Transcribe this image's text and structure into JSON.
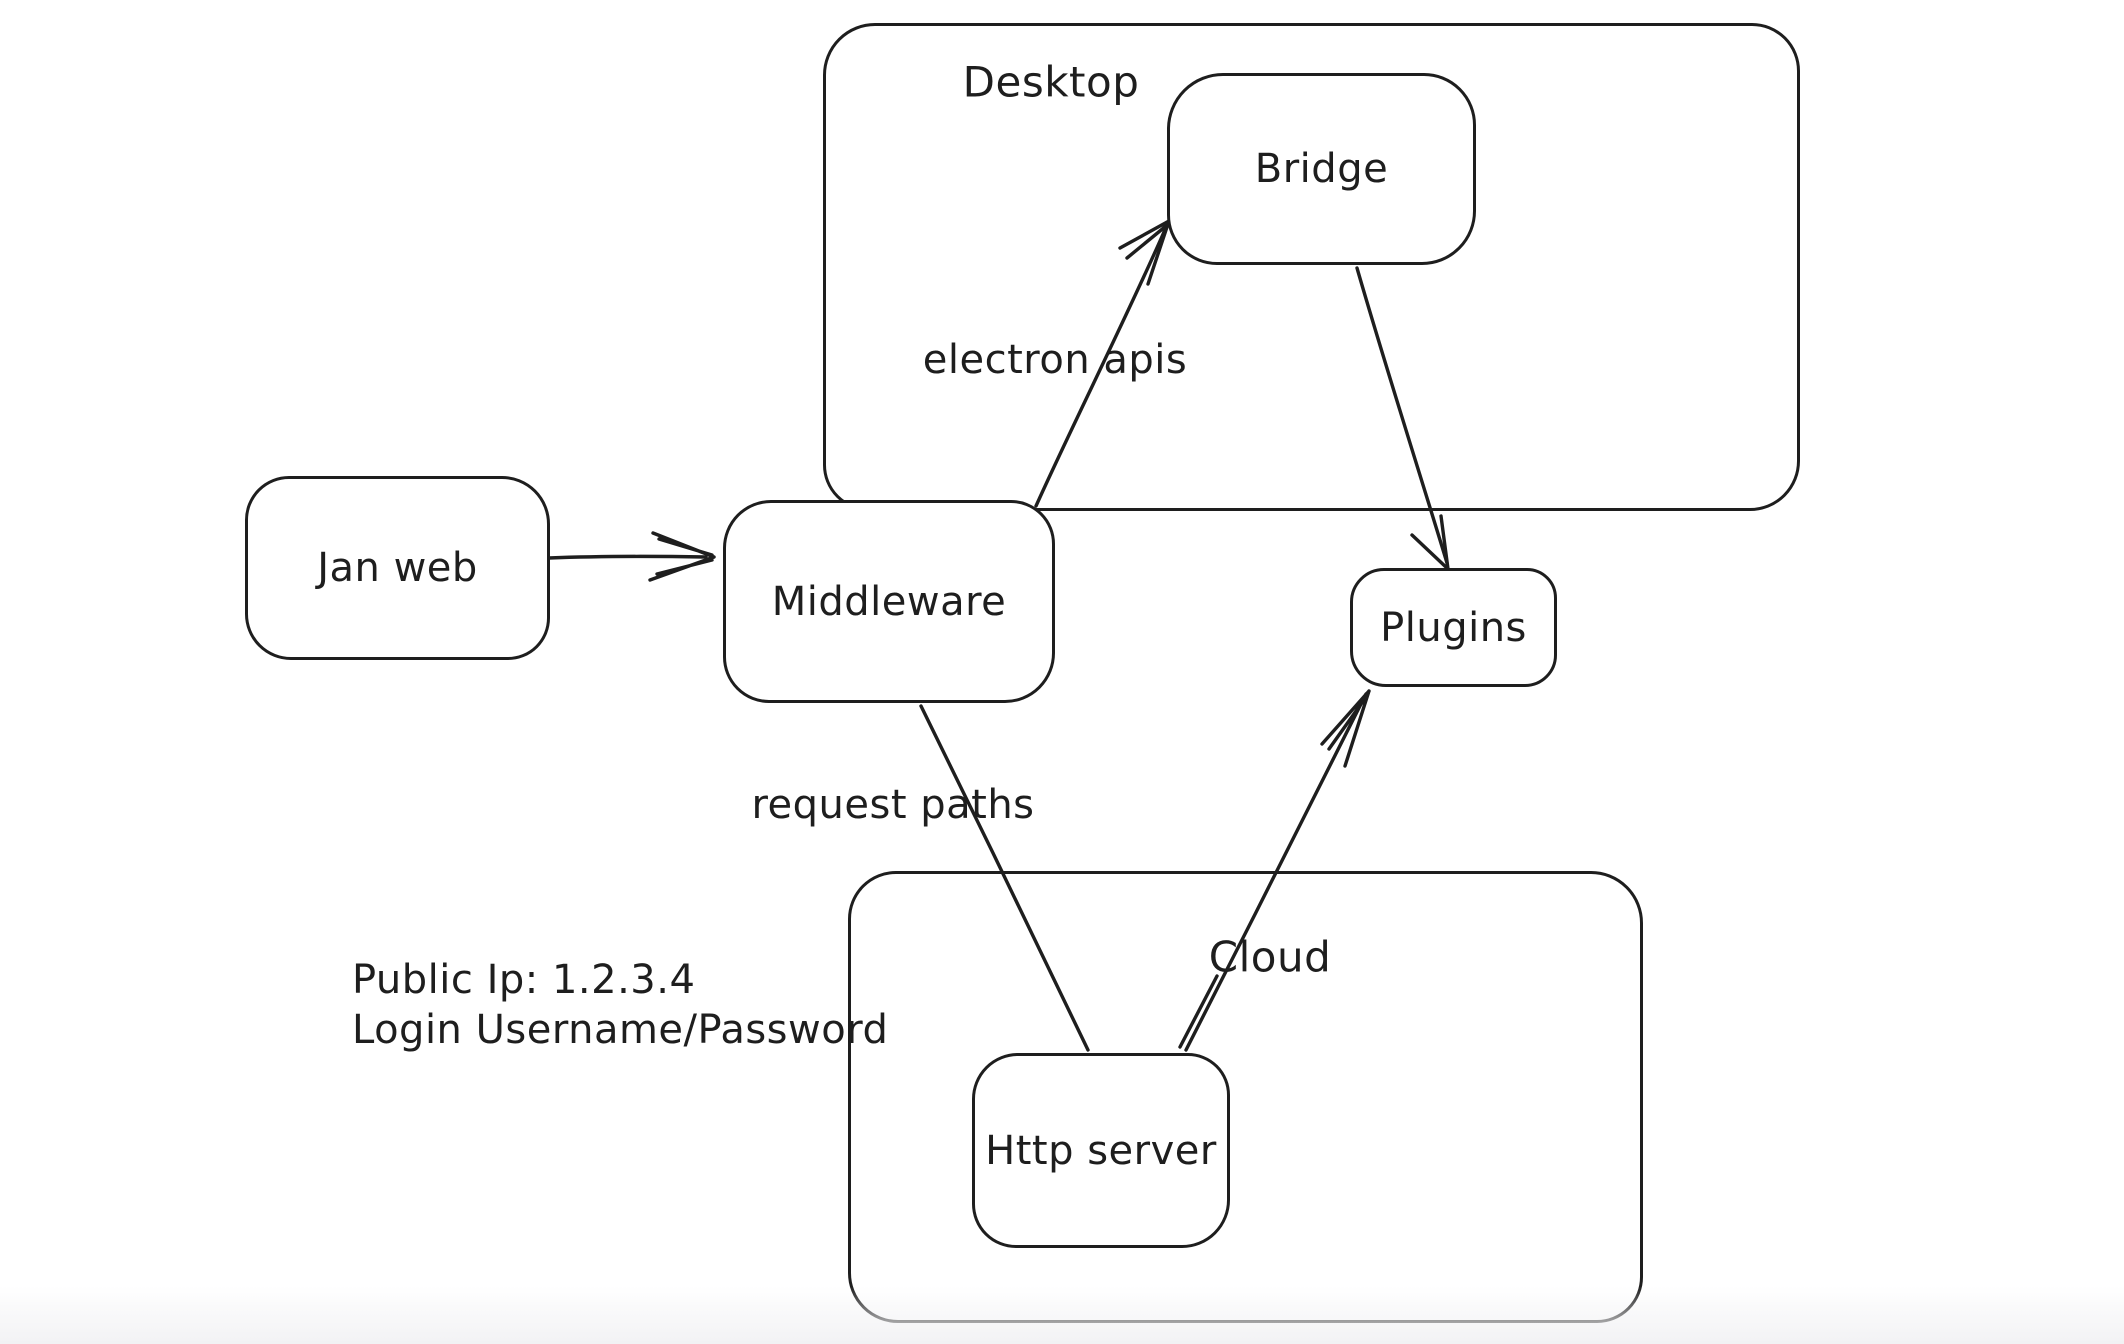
{
  "colors": {
    "stroke": "#1e1e1e",
    "canvas_background": "#ffffff",
    "bottom_fade": "#f2f2f4"
  },
  "containers": {
    "desktop": {
      "label": "Desktop"
    },
    "cloud": {
      "label": "Cloud"
    }
  },
  "nodes": {
    "jan_web": {
      "label": "Jan web"
    },
    "middleware": {
      "label": "Middleware"
    },
    "bridge": {
      "label": "Bridge"
    },
    "plugins": {
      "label": "Plugins"
    },
    "http_server": {
      "label": "Http server"
    }
  },
  "edges": [
    {
      "from": "Jan web",
      "to": "Middleware",
      "label": ""
    },
    {
      "from": "Middleware",
      "to": "Bridge",
      "label": "electron apis"
    },
    {
      "from": "Bridge",
      "to": "Plugins",
      "label": ""
    },
    {
      "from": "Middleware",
      "to": "Http server",
      "label": "request paths"
    },
    {
      "from": "Http server",
      "to": "Plugins",
      "label": ""
    }
  ],
  "annotations": {
    "public_ip": "Public Ip: 1.2.3.4",
    "login_credentials": "Login Username/Password"
  }
}
